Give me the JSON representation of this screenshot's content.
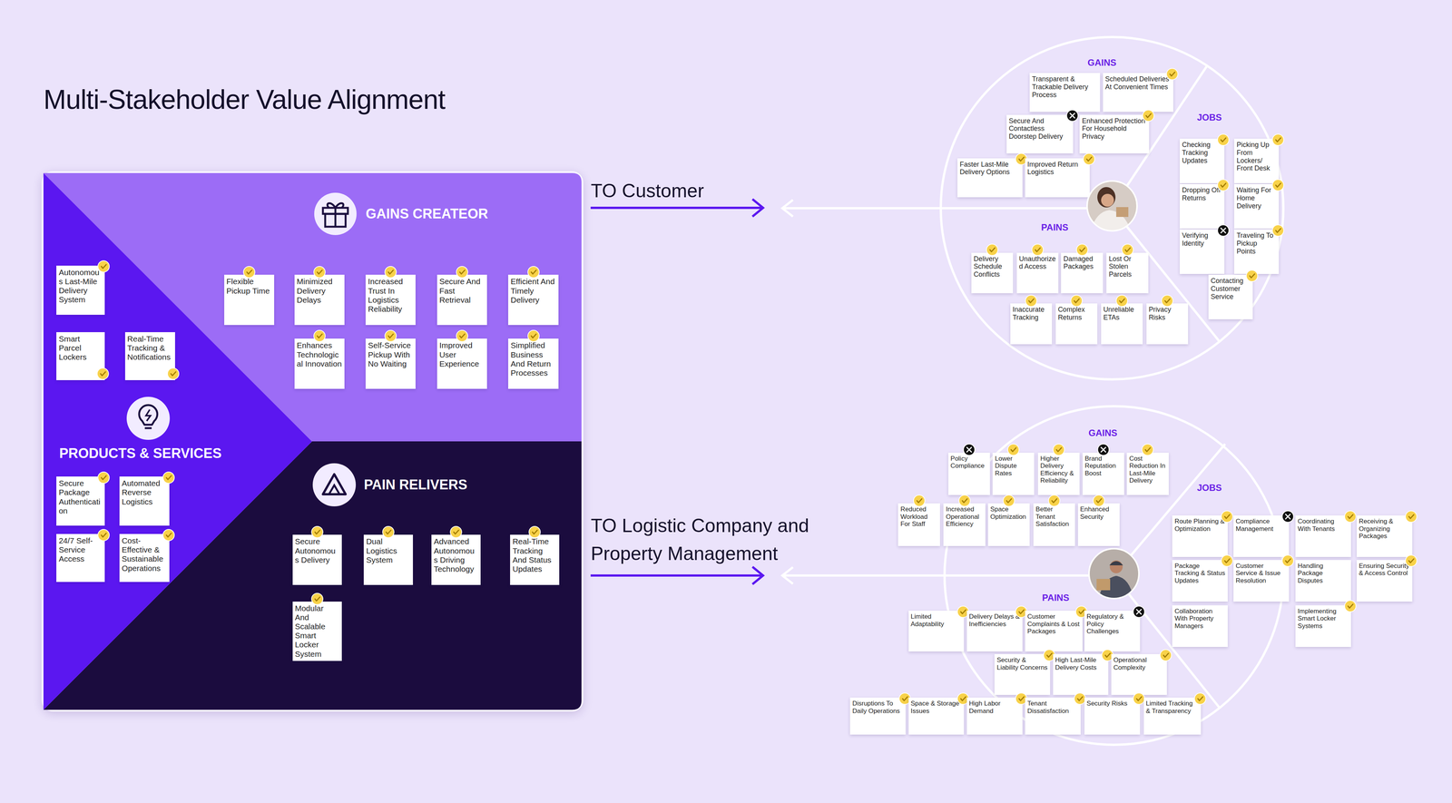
{
  "diagram": {
    "title": "Multi-Stakeholder Value Alignment",
    "nodes": [
      {
        "text": [
          "PRODUCTS & SERVICES"
        ]
      },
      {
        "text": [
          "Autonomous Last-Mile Delivery System"
        ],
        "in": 0
      },
      {
        "text": [
          "Smart Parcel Lockers"
        ],
        "in": 0
      },
      {
        "text": [
          "Real-Time Tracking & Notifications"
        ],
        "in": 0
      },
      {
        "text": [
          "Secure Package Authentication"
        ],
        "in": 0
      },
      {
        "text": [
          "Automated Reverse Logistics"
        ],
        "in": 0
      },
      {
        "text": [
          "24/7 Self-Service Access"
        ],
        "in": 0
      },
      {
        "text": [
          "Cost-Effective & Sustainable Operations"
        ],
        "in": 0
      },
      {
        "text": [
          "GAINS CREATEOR"
        ]
      },
      {
        "text": [
          "Flexible Pickup Time"
        ],
        "in": 8
      },
      {
        "text": [
          "Minimized Delivery Delays"
        ],
        "in": 8
      },
      {
        "text": [
          "Increased Trust In Logistics Reliability"
        ],
        "in": 8
      },
      {
        "text": [
          "Secure And Fast Retrieval"
        ],
        "in": 8
      },
      {
        "text": [
          "Efficient And Timely Delivery"
        ],
        "in": 8
      },
      {
        "text": [
          "Enhances Technological Innovation"
        ],
        "in": 8
      },
      {
        "text": [
          "Self-Service Pickup With No Waiting"
        ],
        "in": 8
      },
      {
        "text": [
          "Improved User Experience"
        ],
        "in": 8
      },
      {
        "text": [
          "Simplified Business And Return Processes"
        ],
        "in": 8
      },
      {
        "text": [
          "PAIN RELIVERS"
        ]
      },
      {
        "text": [
          "Secure Autonomous Delivery"
        ],
        "in": 18
      },
      {
        "text": [
          "Dual Logistics System"
        ],
        "in": 18
      },
      {
        "text": [
          "Advanced Autonomous Driving Technology"
        ],
        "in": 18
      },
      {
        "text": [
          "Real-Time Tracking And Status Updates"
        ],
        "in": 18
      },
      {
        "text": [
          "Modular And Scalable Smart Locker System"
        ],
        "in": 18
      },
      {
        "text": [
          "GAINS"
        ]
      },
      {
        "text": [
          "Transparent & Trackable Delivery Process"
        ],
        "in": 24
      },
      {
        "text": [
          "Scheduled Deliveries At Convenient Times"
        ],
        "in": 24
      },
      {
        "text": [
          "Secure And Contactless Doorstep Delivery"
        ],
        "in": 24
      },
      {
        "text": [
          "Enhanced Protection For Household Privacy"
        ],
        "in": 24
      },
      {
        "text": [
          "Faster Last-Mile Delivery Options"
        ],
        "in": 24
      },
      {
        "text": [
          "Improved Return Logistics"
        ],
        "in": 24
      },
      {
        "text": [
          "JOBS"
        ]
      },
      {
        "text": [
          "Checking Tracking Updates"
        ],
        "in": 31
      },
      {
        "text": [
          "Picking Up From Lockers/ Front Desk"
        ],
        "in": 31
      },
      {
        "text": [
          "Dropping Off Returns"
        ],
        "in": 31
      },
      {
        "text": [
          "Waiting For Home Delivery"
        ],
        "in": 31
      },
      {
        "text": [
          "Verifying Identity"
        ],
        "in": 31
      },
      {
        "text": [
          "Traveling To Pickup Points"
        ],
        "in": 31
      },
      {
        "text": [
          "Contacting Customer Service"
        ],
        "in": 31
      },
      {
        "text": [
          "PAINS"
        ]
      },
      {
        "text": [
          "Delivery Schedule Conflicts"
        ],
        "in": 39
      },
      {
        "text": [
          "Unauthorized Access"
        ],
        "in": 39
      },
      {
        "text": [
          "Damaged Packages"
        ],
        "in": 39
      },
      {
        "text": [
          "Lost Or Stolen Parcels"
        ],
        "in": 39
      },
      {
        "text": [
          "Inaccurate Tracking"
        ],
        "in": 39
      },
      {
        "text": [
          "Complex Returns"
        ],
        "in": 39
      },
      {
        "text": [
          "Unreliable ETAs"
        ],
        "in": 39
      },
      {
        "text": [
          "Privacy Risks"
        ],
        "in": 39
      },
      {
        "text": [
          "GAINS"
        ]
      },
      {
        "text": [
          "Policy Compliance"
        ],
        "in": 48
      },
      {
        "text": [
          "Lower Dispute Rates"
        ],
        "in": 48
      },
      {
        "text": [
          "Higher Delivery Efficiency & Reliability"
        ],
        "in": 48
      },
      {
        "text": [
          "Brand Reputation Boost"
        ],
        "in": 48
      },
      {
        "text": [
          "Cost Reduction In Last-Mile Delivery"
        ],
        "in": 48
      },
      {
        "text": [
          "Reduced Workload For Staff"
        ],
        "in": 48
      },
      {
        "text": [
          "Increased Operational Efficiency"
        ],
        "in": 48
      },
      {
        "text": [
          "Space Optimization"
        ],
        "in": 48
      },
      {
        "text": [
          "Better Tenant Satisfaction"
        ],
        "in": 48
      },
      {
        "text": [
          "Enhanced Security"
        ],
        "in": 48
      },
      {
        "text": [
          "JOBS"
        ]
      },
      {
        "text": [
          "Route Planning & Optimization"
        ],
        "in": 59
      },
      {
        "text": [
          "Compliance Management"
        ],
        "in": 59
      },
      {
        "text": [
          "Coordinating With Tenants"
        ],
        "in": 59
      },
      {
        "text": [
          "Receiving & Organizing Packages"
        ],
        "in": 59
      },
      {
        "text": [
          "Package Tracking & Status Updates"
        ],
        "in": 59
      },
      {
        "text": [
          "Customer Service & Issue Resolution"
        ],
        "in": 59
      },
      {
        "text": [
          "Handling Package Disputes"
        ],
        "in": 59
      },
      {
        "text": [
          "Ensuring Security & Access Control"
        ],
        "in": 59
      },
      {
        "text": [
          "Collaboration With Property Managers"
        ],
        "in": 59
      },
      {
        "text": [
          "Implementing Smart Locker Systems"
        ],
        "in": 59
      },
      {
        "text": [
          "PAINS"
        ]
      },
      {
        "text": [
          "Limited Adaptability"
        ],
        "in": 70
      },
      {
        "text": [
          "Delivery Delays & Inefficiencies"
        ],
        "in": 70
      },
      {
        "text": [
          "Customer Complaints & Lost Packages"
        ],
        "in": 70
      },
      {
        "text": [
          "Regulatory & Policy Challenges"
        ],
        "in": 70
      },
      {
        "text": [
          "Security & Liability Concerns"
        ],
        "in": 70
      },
      {
        "text": [
          "High Last-Mile Delivery Costs"
        ],
        "in": 70
      },
      {
        "text": [
          "Operational Complexity"
        ],
        "in": 70
      },
      {
        "text": [
          "Disruptions To Daily Operations"
        ],
        "in": 70
      },
      {
        "text": [
          "Space & Storage Issues"
        ],
        "in": 70
      },
      {
        "text": [
          "High Labor Demand"
        ],
        "in": 70
      },
      {
        "text": [
          "Tenant Dissatisfaction"
        ],
        "in": 70
      },
      {
        "text": [
          "Security Risks"
        ],
        "in": 70
      },
      {
        "text": [
          "Limited Tracking & Transparency"
        ],
        "in": 70
      }
    ],
    "labels": [
      "TO Customer",
      "TO Logistic Company and Property Management"
    ]
  }
}
